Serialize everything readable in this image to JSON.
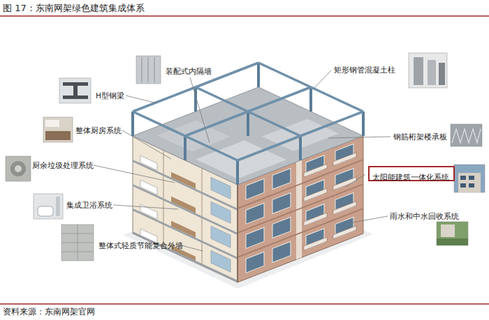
{
  "diagram": {
    "title": "图 17：东南网架绿色建筑集成体系",
    "caption": "资料来源：东南网架官网",
    "nodes": [
      {
        "text": [
          "太阳能建筑一体化系统"
        ]
      }
    ],
    "labels": [
      "装配式内隔墙",
      "矩形钢管混凝土柱",
      "H型钢梁",
      "整体厨房系统",
      "钢筋桁架楼承板",
      "厨余垃圾处理系统",
      "集成卫浴系统",
      "雨水和中水回收系统",
      "整体式轻质节能复合外墙"
    ]
  }
}
